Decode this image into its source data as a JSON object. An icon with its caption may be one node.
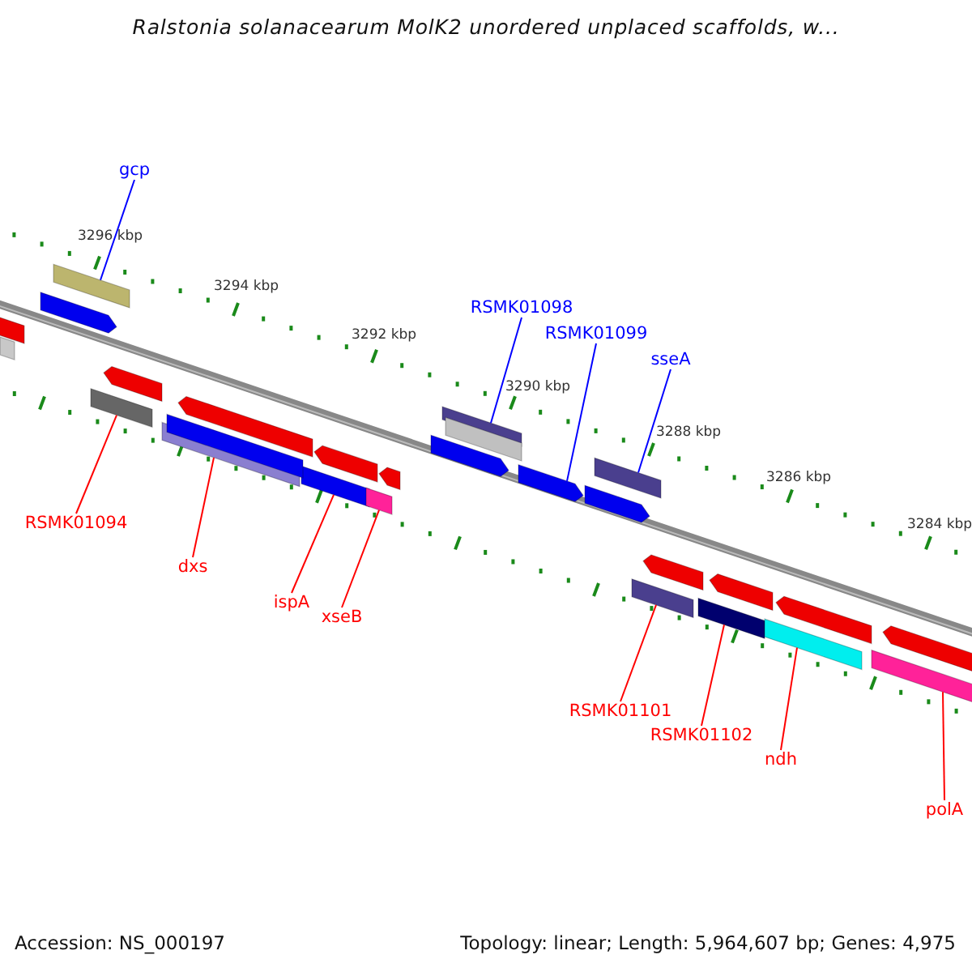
{
  "diagram": {
    "title": "Ralstonia solanacearum MolK2 unordered unplaced scaffolds, w...",
    "nodes": [
      {
        "text": [
          "gcp"
        ]
      },
      {
        "text": [],
        "shape": "bar"
      },
      {
        "text": [
          "RSMK01098"
        ]
      },
      {
        "text": [],
        "shape": "bar"
      },
      {
        "text": [
          "RSMK01099"
        ]
      },
      {
        "text": [],
        "shape": "bar"
      },
      {
        "text": [
          "sseA"
        ]
      },
      {
        "text": [],
        "shape": "bar"
      },
      {
        "text": [
          "RSMK01094"
        ]
      },
      {
        "text": [],
        "shape": "bar"
      },
      {
        "text": [
          "dxs"
        ]
      },
      {
        "text": [],
        "shape": "bar"
      },
      {
        "text": [
          "ispA"
        ]
      },
      {
        "text": [],
        "shape": "bar"
      },
      {
        "text": [
          "xseB"
        ]
      },
      {
        "text": [],
        "shape": "bar"
      },
      {
        "text": [
          "RSMK01101"
        ]
      },
      {
        "text": [],
        "shape": "bar"
      },
      {
        "text": [
          "RSMK01102"
        ]
      },
      {
        "text": [],
        "shape": "bar"
      },
      {
        "text": [
          "ndh"
        ]
      },
      {
        "text": [],
        "shape": "bar"
      },
      {
        "text": [
          "polA"
        ]
      },
      {
        "text": [],
        "shape": "bar"
      },
      {
        "text": [],
        "shape": "bar"
      },
      {
        "text": [],
        "shape": "bar"
      },
      {
        "text": [],
        "shape": "bar"
      },
      {
        "text": [],
        "shape": "bar"
      },
      {
        "text": [],
        "shape": "bar"
      },
      {
        "text": [],
        "shape": "bar"
      },
      {
        "text": [],
        "shape": "bar"
      },
      {
        "text": [],
        "shape": "bar"
      },
      {
        "text": [],
        "shape": "bar"
      },
      {
        "text": [],
        "shape": "bar"
      },
      {
        "text": [],
        "shape": "bar"
      },
      {
        "text": [],
        "shape": "bar"
      },
      {
        "text": [],
        "shape": "bar"
      },
      {
        "text": [],
        "shape": "bar"
      },
      {
        "text": [],
        "shape": "bar"
      }
    ],
    "edges": [
      {
        "from": 0,
        "to": 1,
        "arrow": "none",
        "color": "#0000ff"
      },
      {
        "from": 2,
        "to": 3,
        "arrow": "none",
        "color": "#0000ff"
      },
      {
        "from": 4,
        "to": 5,
        "arrow": "none",
        "color": "#0000ff"
      },
      {
        "from": 6,
        "to": 7,
        "arrow": "none",
        "color": "#0000ff"
      },
      {
        "from": 8,
        "to": 9,
        "arrow": "none"
      },
      {
        "from": 10,
        "to": 11,
        "arrow": "none"
      },
      {
        "from": 12,
        "to": 13,
        "arrow": "none"
      },
      {
        "from": 14,
        "to": 15,
        "arrow": "none"
      },
      {
        "from": 16,
        "to": 17,
        "arrow": "none"
      },
      {
        "from": 18,
        "to": 19,
        "arrow": "none"
      },
      {
        "from": 20,
        "to": 21,
        "arrow": "none"
      },
      {
        "from": 22,
        "to": 23,
        "arrow": "none"
      }
    ],
    "labels": [
      "3296 kbp",
      "3294 kbp",
      "3292 kbp",
      "3290 kbp",
      "3288 kbp",
      "3286 kbp",
      "3284 kbp",
      "Accession: NS_000197",
      "Topology: linear; Length: 5,964,607 bp; Genes: 4,975"
    ]
  }
}
